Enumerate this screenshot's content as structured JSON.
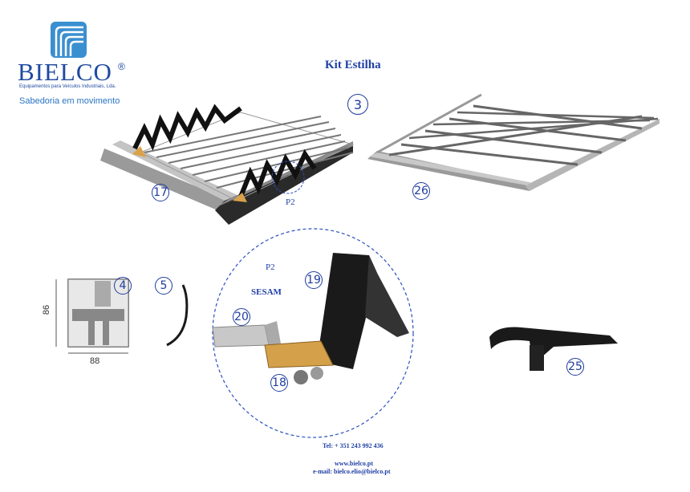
{
  "brand": {
    "name": "BIELCO",
    "registered": "®",
    "subtitle": "Equipamentos para Veículos Industriais, Lda.",
    "slogan": "Sabedoria em movimento",
    "brand_color": "#1f4aa0",
    "slogan_color": "#2a74c4"
  },
  "title": "Kit Estilha",
  "callouts": {
    "kit_number": "3",
    "part_17": "17",
    "part_26": "26",
    "part_4": "4",
    "part_5": "5",
    "part_19": "19",
    "part_20": "20",
    "part_18": "18",
    "part_25": "25"
  },
  "detail": {
    "ref_label": "P2",
    "detail_title": "P2",
    "detail_subtitle": "SESAM"
  },
  "profile": {
    "height": "86",
    "width": "88"
  },
  "contact": {
    "tel": "Tel: + 351 243 992 436",
    "web": "www.bielco.pt",
    "email": "e-mail: bielco.elio@bielco.pt"
  }
}
